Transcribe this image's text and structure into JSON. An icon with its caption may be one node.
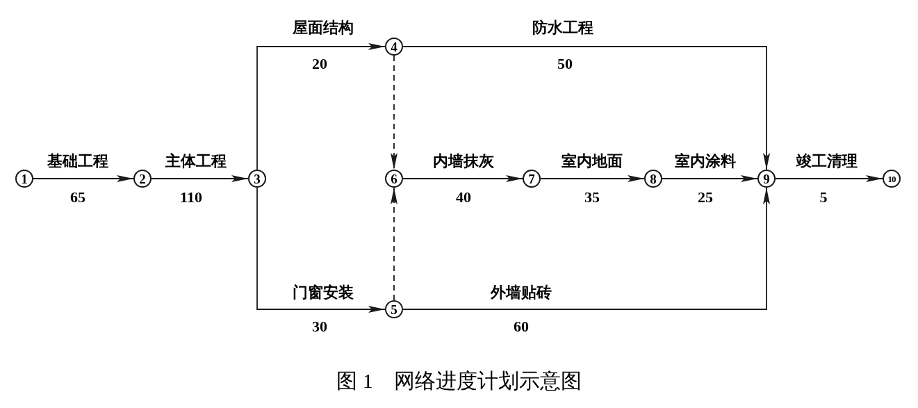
{
  "diagram": {
    "caption": "图 1　网络进度计划示意图",
    "nodes": [
      {
        "text": [
          "1"
        ]
      },
      {
        "text": [
          "2"
        ]
      },
      {
        "text": [
          "3"
        ]
      },
      {
        "text": [
          "4"
        ]
      },
      {
        "text": [
          "5"
        ]
      },
      {
        "text": [
          "6"
        ]
      },
      {
        "text": [
          "7"
        ]
      },
      {
        "text": [
          "8"
        ]
      },
      {
        "text": [
          "9"
        ]
      },
      {
        "text": [
          "10"
        ]
      }
    ],
    "edges": [
      {
        "from": 0,
        "to": 1,
        "arrow": "to",
        "label": "基础工程"
      },
      {
        "from": 1,
        "to": 2,
        "arrow": "to",
        "label": "主体工程"
      },
      {
        "from": 2,
        "to": 3,
        "arrow": "to",
        "label": "屋面结构"
      },
      {
        "from": 2,
        "to": 4,
        "arrow": "to",
        "label": "门窗安装"
      },
      {
        "from": 3,
        "to": 8,
        "arrow": "to",
        "label": "防水工程"
      },
      {
        "from": 3,
        "to": 5,
        "arrow": "to",
        "style": "dashed"
      },
      {
        "from": 4,
        "to": 5,
        "arrow": "to",
        "style": "dashed"
      },
      {
        "from": 5,
        "to": 6,
        "arrow": "to",
        "label": "内墙抹灰"
      },
      {
        "from": 6,
        "to": 7,
        "arrow": "to",
        "label": "室内地面"
      },
      {
        "from": 7,
        "to": 8,
        "arrow": "to",
        "label": "室内涂料"
      },
      {
        "from": 4,
        "to": 8,
        "arrow": "to",
        "label": "外墙贴砖"
      },
      {
        "from": 8,
        "to": 9,
        "arrow": "to",
        "label": "竣工清理"
      }
    ],
    "labels": [
      "65",
      "110",
      "20",
      "30",
      "50",
      "40",
      "35",
      "25",
      "60",
      "5"
    ]
  }
}
